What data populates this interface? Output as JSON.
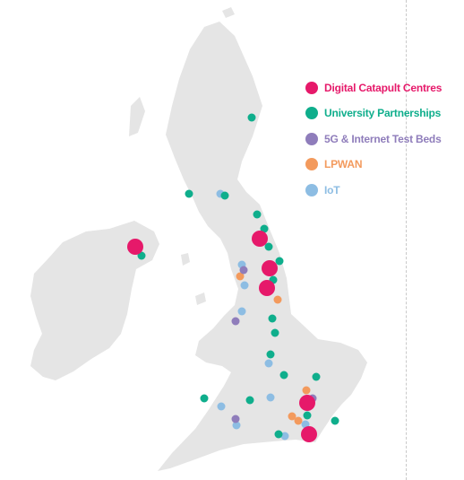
{
  "legend": {
    "items": [
      {
        "label": "Digital Catapult Centres",
        "category": "catapult"
      },
      {
        "label": "University Partnerships",
        "category": "university"
      },
      {
        "label": "5G & Internet Test Beds",
        "category": "testbed"
      },
      {
        "label": "LPWAN",
        "category": "lpwan"
      },
      {
        "label": "IoT",
        "category": "iot"
      }
    ]
  },
  "colors": {
    "catapult": "#e6196a",
    "university": "#0fae8c",
    "testbed": "#8f7dbb",
    "lpwan": "#f39a5d",
    "iot": "#8dbde3",
    "land": "#e5e5e5"
  },
  "map": {
    "region": "United Kingdom",
    "sites": [
      {
        "category": "catapult",
        "location": "Belfast"
      },
      {
        "category": "catapult",
        "location": "Newcastle"
      },
      {
        "category": "catapult",
        "location": "Sunderland"
      },
      {
        "category": "catapult",
        "location": "Bradford"
      },
      {
        "category": "catapult",
        "location": "London"
      },
      {
        "category": "catapult",
        "location": "Brighton"
      },
      {
        "category": "university",
        "location": "Aberdeen"
      },
      {
        "category": "university",
        "location": "Glasgow"
      },
      {
        "category": "university",
        "location": "Edinburgh"
      },
      {
        "category": "university",
        "location": "Belfast"
      },
      {
        "category": "university",
        "location": "Newcastle"
      },
      {
        "category": "university",
        "location": "Durham"
      },
      {
        "category": "university",
        "location": "Teesside"
      },
      {
        "category": "university",
        "location": "York"
      },
      {
        "category": "university",
        "location": "Leeds"
      },
      {
        "category": "university",
        "location": "Sheffield"
      },
      {
        "category": "university",
        "location": "Nottingham"
      },
      {
        "category": "university",
        "location": "Leicester"
      },
      {
        "category": "university",
        "location": "Coventry"
      },
      {
        "category": "university",
        "location": "Cambridge"
      },
      {
        "category": "university",
        "location": "Cardiff"
      },
      {
        "category": "university",
        "location": "Bristol"
      },
      {
        "category": "university",
        "location": "London"
      },
      {
        "category": "university",
        "location": "Kent"
      },
      {
        "category": "university",
        "location": "Southampton"
      },
      {
        "category": "testbed",
        "location": "Lancaster"
      },
      {
        "category": "testbed",
        "location": "Manchester"
      },
      {
        "category": "testbed",
        "location": "Bristol"
      },
      {
        "category": "testbed",
        "location": "London"
      },
      {
        "category": "lpwan",
        "location": "Lancaster"
      },
      {
        "category": "lpwan",
        "location": "Leeds"
      },
      {
        "category": "lpwan",
        "location": "Reading"
      },
      {
        "category": "lpwan",
        "location": "London"
      },
      {
        "category": "lpwan",
        "location": "Surrey"
      },
      {
        "category": "iot",
        "location": "Glasgow"
      },
      {
        "category": "iot",
        "location": "Lancaster"
      },
      {
        "category": "iot",
        "location": "Liverpool"
      },
      {
        "category": "iot",
        "location": "Manchester"
      },
      {
        "category": "iot",
        "location": "Birmingham"
      },
      {
        "category": "iot",
        "location": "Milton Keynes"
      },
      {
        "category": "iot",
        "location": "Oxford"
      },
      {
        "category": "iot",
        "location": "Bristol"
      },
      {
        "category": "iot",
        "location": "Southampton"
      },
      {
        "category": "iot",
        "location": "London"
      }
    ]
  }
}
